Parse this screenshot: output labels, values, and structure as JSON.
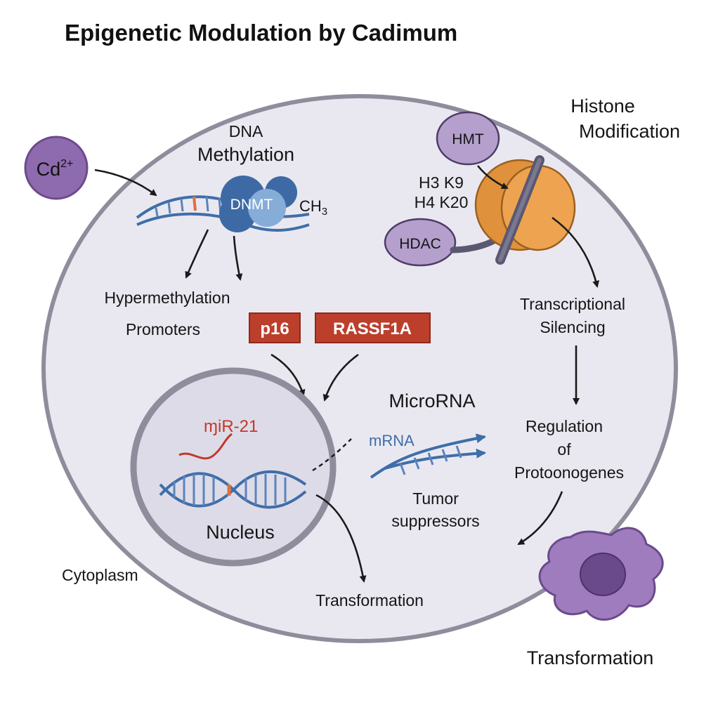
{
  "title": "Epigenetic Modulation by Cadimum",
  "cd_ion": {
    "base": "Cd",
    "charge": "2+"
  },
  "dna_methylation": {
    "heading_line1": "DNA",
    "heading_line2": "Methylation",
    "enzyme_label": "DNMT",
    "methyl_group": {
      "base": "CH",
      "subscript": "3"
    },
    "outcome_line1": "Hypermethylation",
    "outcome_line2": "Promoters",
    "genes": [
      "p16",
      "RASSF1A"
    ]
  },
  "histone_modification": {
    "heading_line1": "Histone",
    "heading_line2": "Modification",
    "enzyme_top": "HMT",
    "enzyme_bottom": "HDAC",
    "mark_1": "H3 K9",
    "mark_2": "H4 K20",
    "outcome_line1": "Transcriptional",
    "outcome_line2": "Silencing"
  },
  "nucleus": {
    "label": "Nucleus",
    "mirna_label": "ɱiR-21"
  },
  "microrna": {
    "heading": "MicroRNA",
    "mrna_label": "mRNA",
    "target_line1": "Tumor",
    "target_line2": "suppressors"
  },
  "regulation": {
    "line1": "Regulation",
    "line2": "of",
    "line3": "Protoonogenes"
  },
  "cytoplasm_label": "Cytoplasm",
  "transformation_inner": "Transformation",
  "transformation_outer": "Transformation",
  "colors": {
    "cell_fill": "#e9e8f1",
    "cell_border": "#8f8c9c",
    "ion_fill": "#8e6aae",
    "dnmt_fill": "#4a76ad",
    "histone_fill": "#eea351",
    "enzyme_fill": "#b49fcd",
    "gene_box": "#bc3f2c",
    "mirna_text": "#c0392b",
    "transformed_cell": "#9e7cbe"
  }
}
